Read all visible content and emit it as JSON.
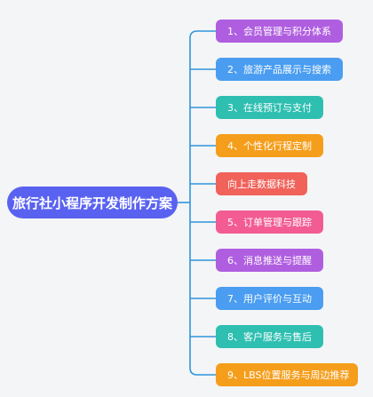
{
  "diagram": {
    "root": {
      "label": "旅行社小程序开发制作方案",
      "color": "#5962f0"
    },
    "connector_color": "#2f95dc",
    "nodes": [
      {
        "label": "1、会员管理与积分体系",
        "color": "#b05ee0"
      },
      {
        "label": "2、旅游产品展示与搜索",
        "color": "#4a9df0"
      },
      {
        "label": "3、在线预订与支付",
        "color": "#2ebfb1"
      },
      {
        "label": "4、个性化行程定制",
        "color": "#f59e1c"
      },
      {
        "label": "向上走数据科技",
        "color": "#f0625a"
      },
      {
        "label": "5、订单管理与跟踪",
        "color": "#f25c92"
      },
      {
        "label": "6、消息推送与提醒",
        "color": "#b05ee0"
      },
      {
        "label": "7、用户评价与互动",
        "color": "#4a9df0"
      },
      {
        "label": "8、客户服务与售后",
        "color": "#2ebfb1"
      },
      {
        "label": "9、LBS位置服务与周边推荐",
        "color": "#f59e1c"
      }
    ]
  }
}
